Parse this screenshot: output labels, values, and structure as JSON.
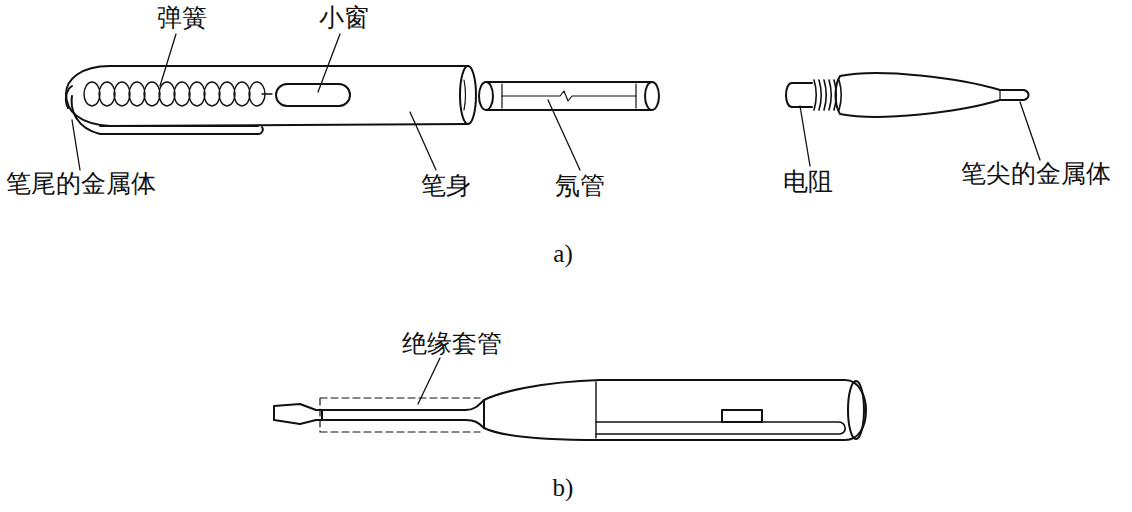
{
  "diagram": {
    "labels": [
      "弹簧",
      "小窗",
      "笔尾的金属体",
      "笔身",
      "氖管",
      "电阻",
      "笔尖的金属体",
      "a)",
      "绝缘套管",
      "b)"
    ]
  }
}
